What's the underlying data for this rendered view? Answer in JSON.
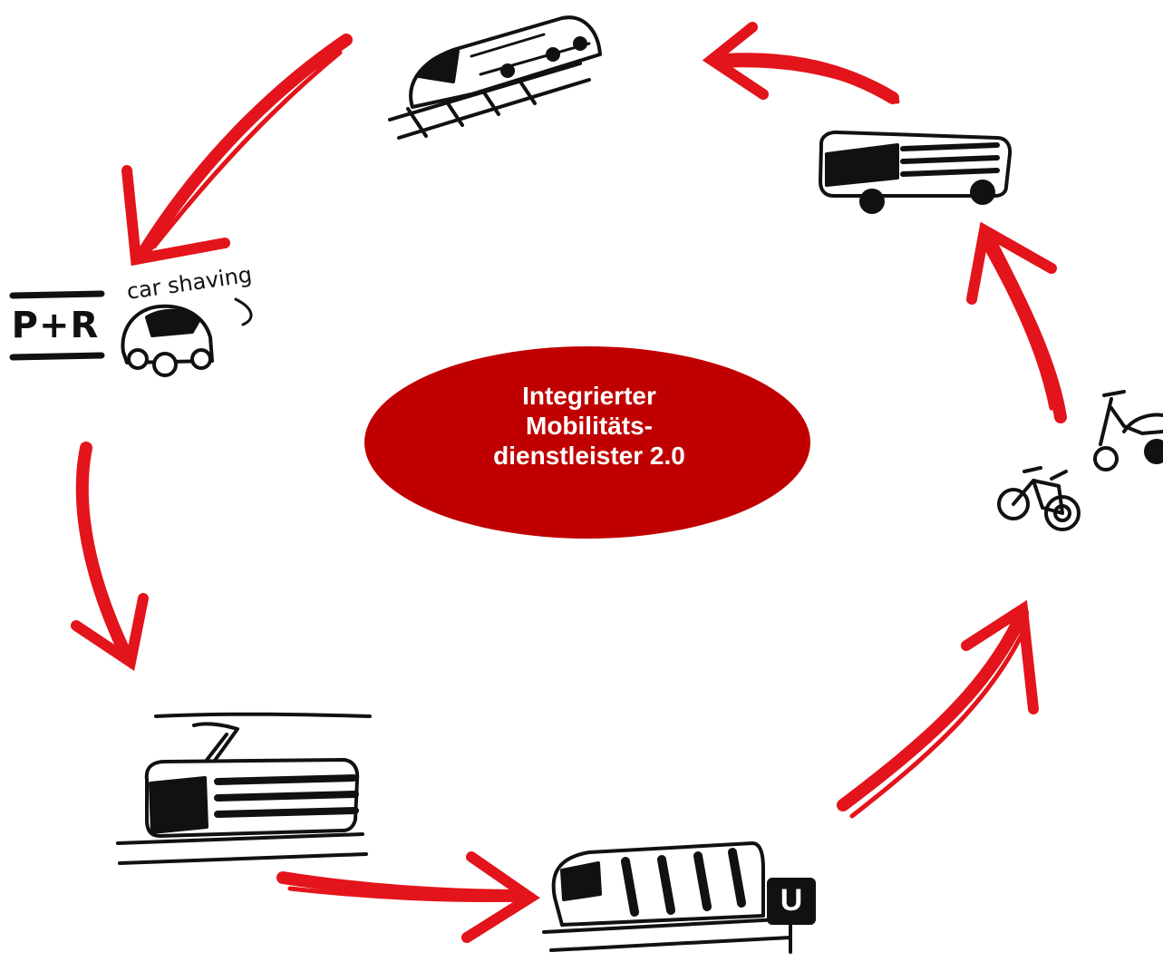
{
  "center": {
    "lines": [
      "Integrierter",
      "Mobilitäts-",
      "dienstleister 2.0"
    ],
    "color": "#c00000"
  },
  "arrow_color": "#e3141b",
  "nodes": [
    {
      "name": "regional-train",
      "icon": "train-icon"
    },
    {
      "name": "bus",
      "icon": "bus-icon"
    },
    {
      "name": "bike-and-scooter",
      "icon": "bicycle-icon"
    },
    {
      "name": "subway",
      "icon": "subway-icon",
      "sign": "U"
    },
    {
      "name": "tram",
      "icon": "tram-icon"
    },
    {
      "name": "park-and-ride",
      "icon": "car-icon",
      "sign": "P+R",
      "label": "car shaving"
    }
  ]
}
